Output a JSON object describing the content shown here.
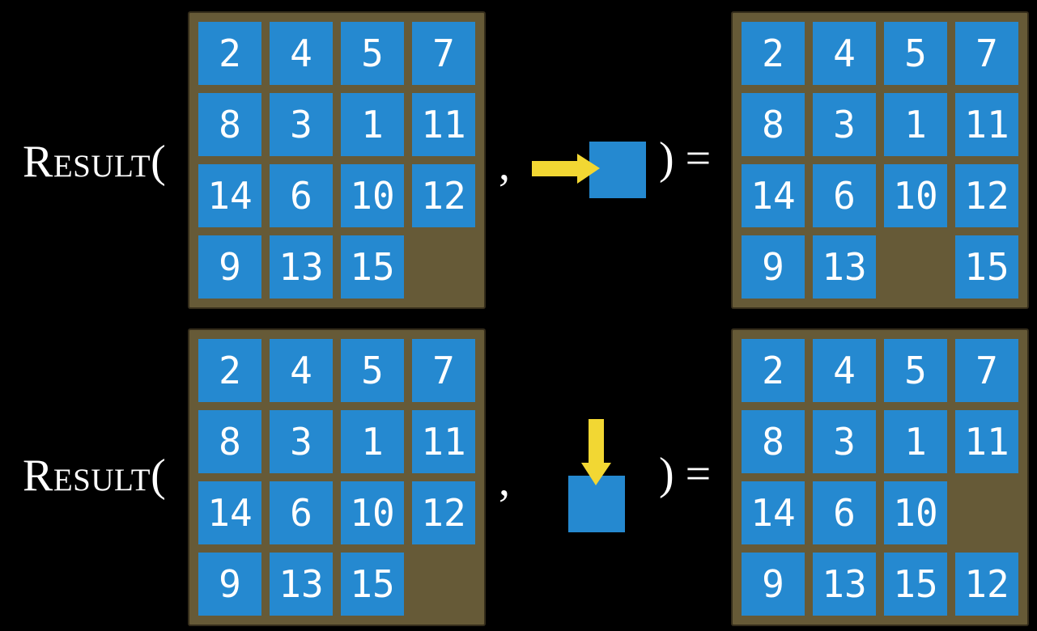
{
  "colors": {
    "background": "#000000",
    "tile": "#2589d0",
    "frame": "#665a37",
    "frame_border": "#352d1b",
    "arrow": "#f2d733",
    "text": "#ffffff"
  },
  "examples": [
    {
      "label": "Result(",
      "comma": ",",
      "arrow_direction": "right",
      "close_paren": ")",
      "equals": "=",
      "input_grid": [
        [
          "2",
          "4",
          "5",
          "7"
        ],
        [
          "8",
          "3",
          "1",
          "11"
        ],
        [
          "14",
          "6",
          "10",
          "12"
        ],
        [
          "9",
          "13",
          "15",
          ""
        ]
      ],
      "result_grid": [
        [
          "2",
          "4",
          "5",
          "7"
        ],
        [
          "8",
          "3",
          "1",
          "11"
        ],
        [
          "14",
          "6",
          "10",
          "12"
        ],
        [
          "9",
          "13",
          "",
          "15"
        ]
      ]
    },
    {
      "label": "Result(",
      "comma": ",",
      "arrow_direction": "down",
      "close_paren": ")",
      "equals": "=",
      "input_grid": [
        [
          "2",
          "4",
          "5",
          "7"
        ],
        [
          "8",
          "3",
          "1",
          "11"
        ],
        [
          "14",
          "6",
          "10",
          "12"
        ],
        [
          "9",
          "13",
          "15",
          ""
        ]
      ],
      "result_grid": [
        [
          "2",
          "4",
          "5",
          "7"
        ],
        [
          "8",
          "3",
          "1",
          "11"
        ],
        [
          "14",
          "6",
          "10",
          ""
        ],
        [
          "9",
          "13",
          "15",
          "12"
        ]
      ]
    }
  ]
}
